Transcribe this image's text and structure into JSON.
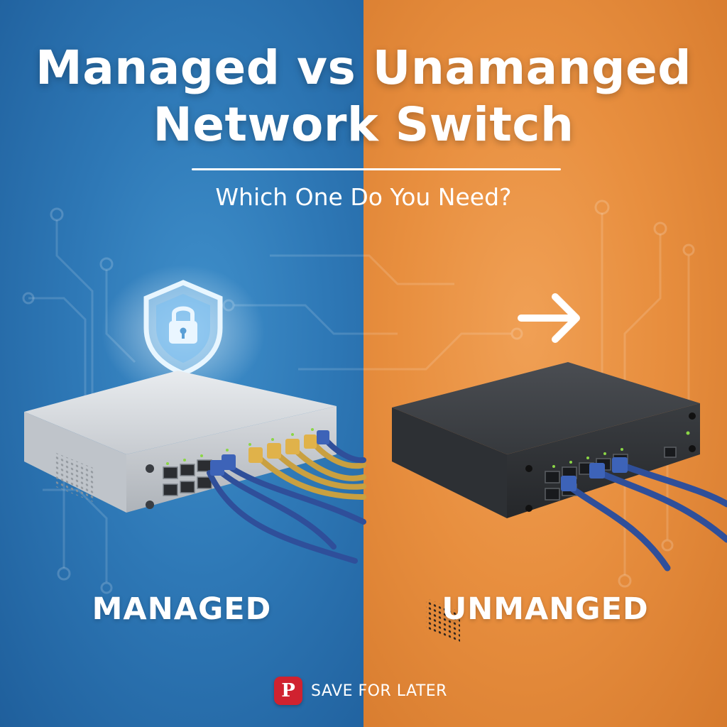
{
  "header": {
    "title_line1": "Managed vs Unamanged",
    "title_line2": "Network Switch",
    "subtitle": "Which One Do You Need?"
  },
  "panels": {
    "left": {
      "label": "MANAGED",
      "background": "#2e78b6"
    },
    "right": {
      "label": "UNMANGED",
      "background": "#e88f3f"
    }
  },
  "footer": {
    "save_label": "SAVE FOR LATER",
    "pin_letter": "P",
    "badge_color": "#d0222f"
  },
  "icons": {
    "left": "shield-lock-icon",
    "right": "arrow-right-icon",
    "footer": "pinterest-icon"
  }
}
